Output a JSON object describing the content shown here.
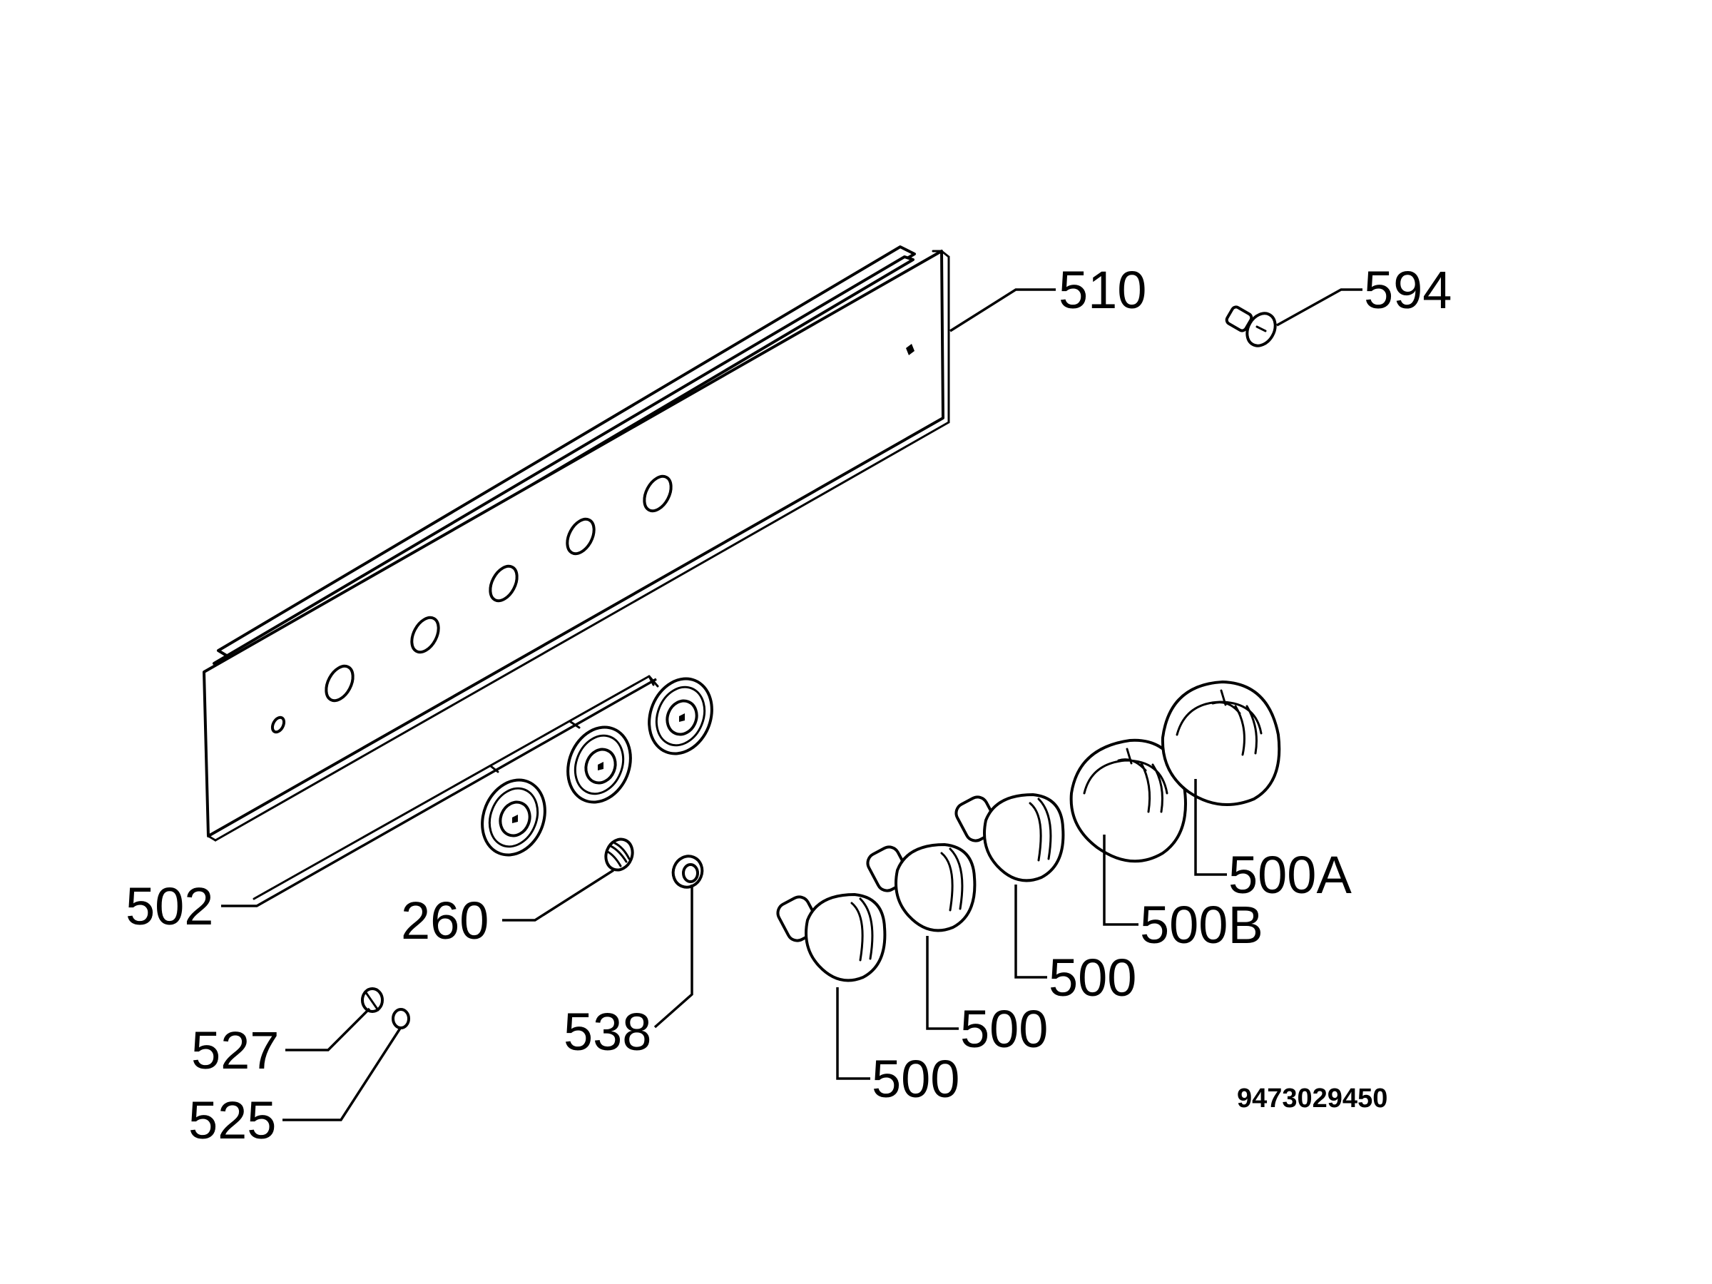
{
  "labels": {
    "p510": "510",
    "p594": "594",
    "p502": "502",
    "p260": "260",
    "p538": "538",
    "p527": "527",
    "p525": "525",
    "p500_1": "500",
    "p500_2": "500",
    "p500_3": "500",
    "p500B": "500B",
    "p500A": "500A"
  },
  "reference_number": "9473029450",
  "colors": {
    "line": "#000000",
    "background": "#ffffff"
  }
}
